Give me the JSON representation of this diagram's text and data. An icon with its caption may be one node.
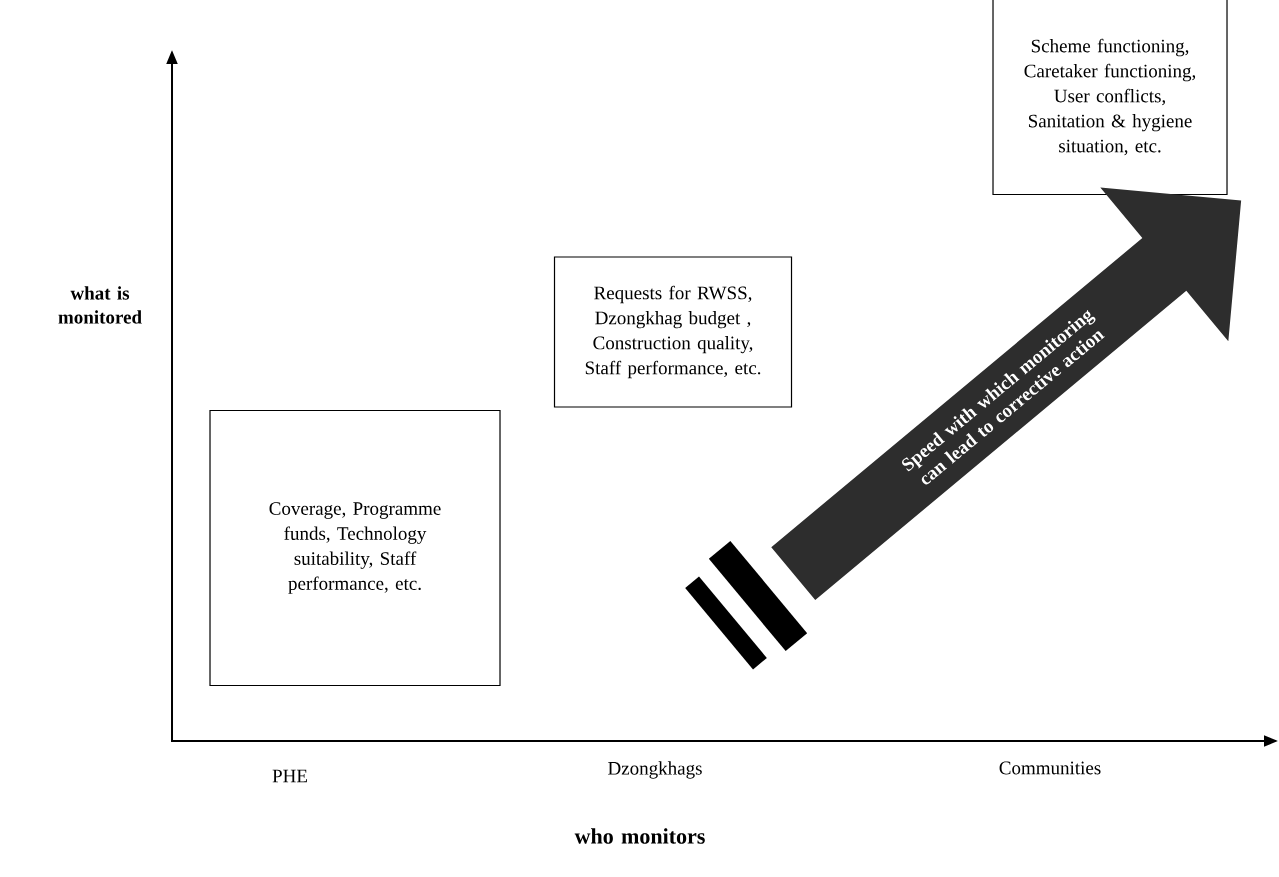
{
  "diagram": {
    "nodes": [
      {
        "text": [
          "Coverage, Programme funds, Technology suitability, Staff performance, etc."
        ]
      },
      {
        "text": [
          "Requests for RWSS, Dzongkhag budget , Construction quality, Staff performance, etc."
        ]
      },
      {
        "text": [
          "Scheme functioning, Caretaker functioning, User conflicts, Sanitation & hygiene situation, etc."
        ]
      },
      {
        "text": [
          "Speed with which monitoring can lead to corrective action"
        ]
      }
    ],
    "labels": [
      "what is monitored",
      "PHE",
      "Dzongkhags",
      "Communities",
      "who monitors"
    ]
  }
}
